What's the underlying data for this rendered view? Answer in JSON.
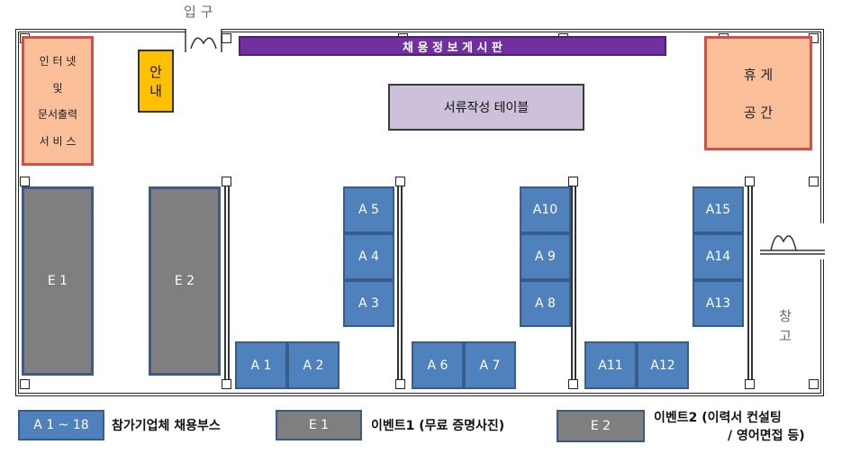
{
  "entrance_label": "입 구",
  "board_label": "채  용  정  보  게  시  판",
  "table_label": "서류작성 테이블",
  "info_desk": [
    "안",
    "내"
  ],
  "internet_service": [
    "인 터 넷",
    "및",
    "문서출력",
    "서 비 스"
  ],
  "rest_area": [
    "휴  게",
    "공  간"
  ],
  "warehouse": [
    "창",
    "고"
  ],
  "event_booths": {
    "e1": "E 1",
    "e2": "E 2"
  },
  "booths": {
    "a1": "A 1",
    "a2": "A 2",
    "a3": "A 3",
    "a4": "A 4",
    "a5": "A 5",
    "a6": "A 6",
    "a7": "A 7",
    "a8": "A 8",
    "a9": "A 9",
    "a10": "A10",
    "a11": "A11",
    "a12": "A12",
    "a13": "A13",
    "a14": "A14",
    "a15": "A15"
  },
  "legend": {
    "a_range": "A 1 ~ 18",
    "a_desc": "참가기업체 채용부스",
    "e1": "E 1",
    "e1_desc": "이벤트1 (무료 증명사진)",
    "e2": "E 2",
    "e2_desc_line1": "이벤트2 (이력서 컨설팅",
    "e2_desc_line2": "/ 영어면접 등)"
  },
  "colors": {
    "booth_blue": "#4f81bd",
    "event_gray": "#7f7f7f",
    "board_purple": "#7030a0",
    "table_lavender": "#ccc0da",
    "info_yellow": "#ffc000",
    "service_orange": "#fbbf9a",
    "wall_red": "#d0504a"
  }
}
